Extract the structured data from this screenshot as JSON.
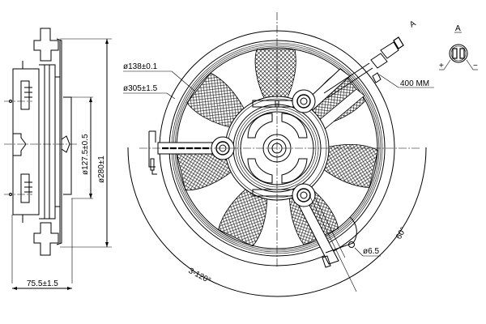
{
  "drawing": {
    "subject": "Radiator cooling fan assembly",
    "views": [
      "side-view",
      "front-view",
      "connector-view-A"
    ],
    "stroke_color": "#000000",
    "background_color": "#ffffff",
    "hatch_color": "#000000"
  },
  "side_view": {
    "dim_outer_diameter": "ø280±1",
    "dim_motor_diameter": "ø127.5±0.5",
    "dim_depth": "75.5±1.5"
  },
  "front_view": {
    "dim_hub_diameter": "ø138±0.1",
    "dim_shroud_diameter": "ø305±1.5",
    "dim_cable_length": "400 MM",
    "dim_mount_hole": "ø6.5",
    "dim_mount_pattern": "3-120°",
    "dim_angle": "60°",
    "view_marker": "A",
    "blade_count": 7,
    "mount_points": 3
  },
  "connector_view": {
    "title": "A",
    "plus_label": "+",
    "minus_label": "−"
  }
}
